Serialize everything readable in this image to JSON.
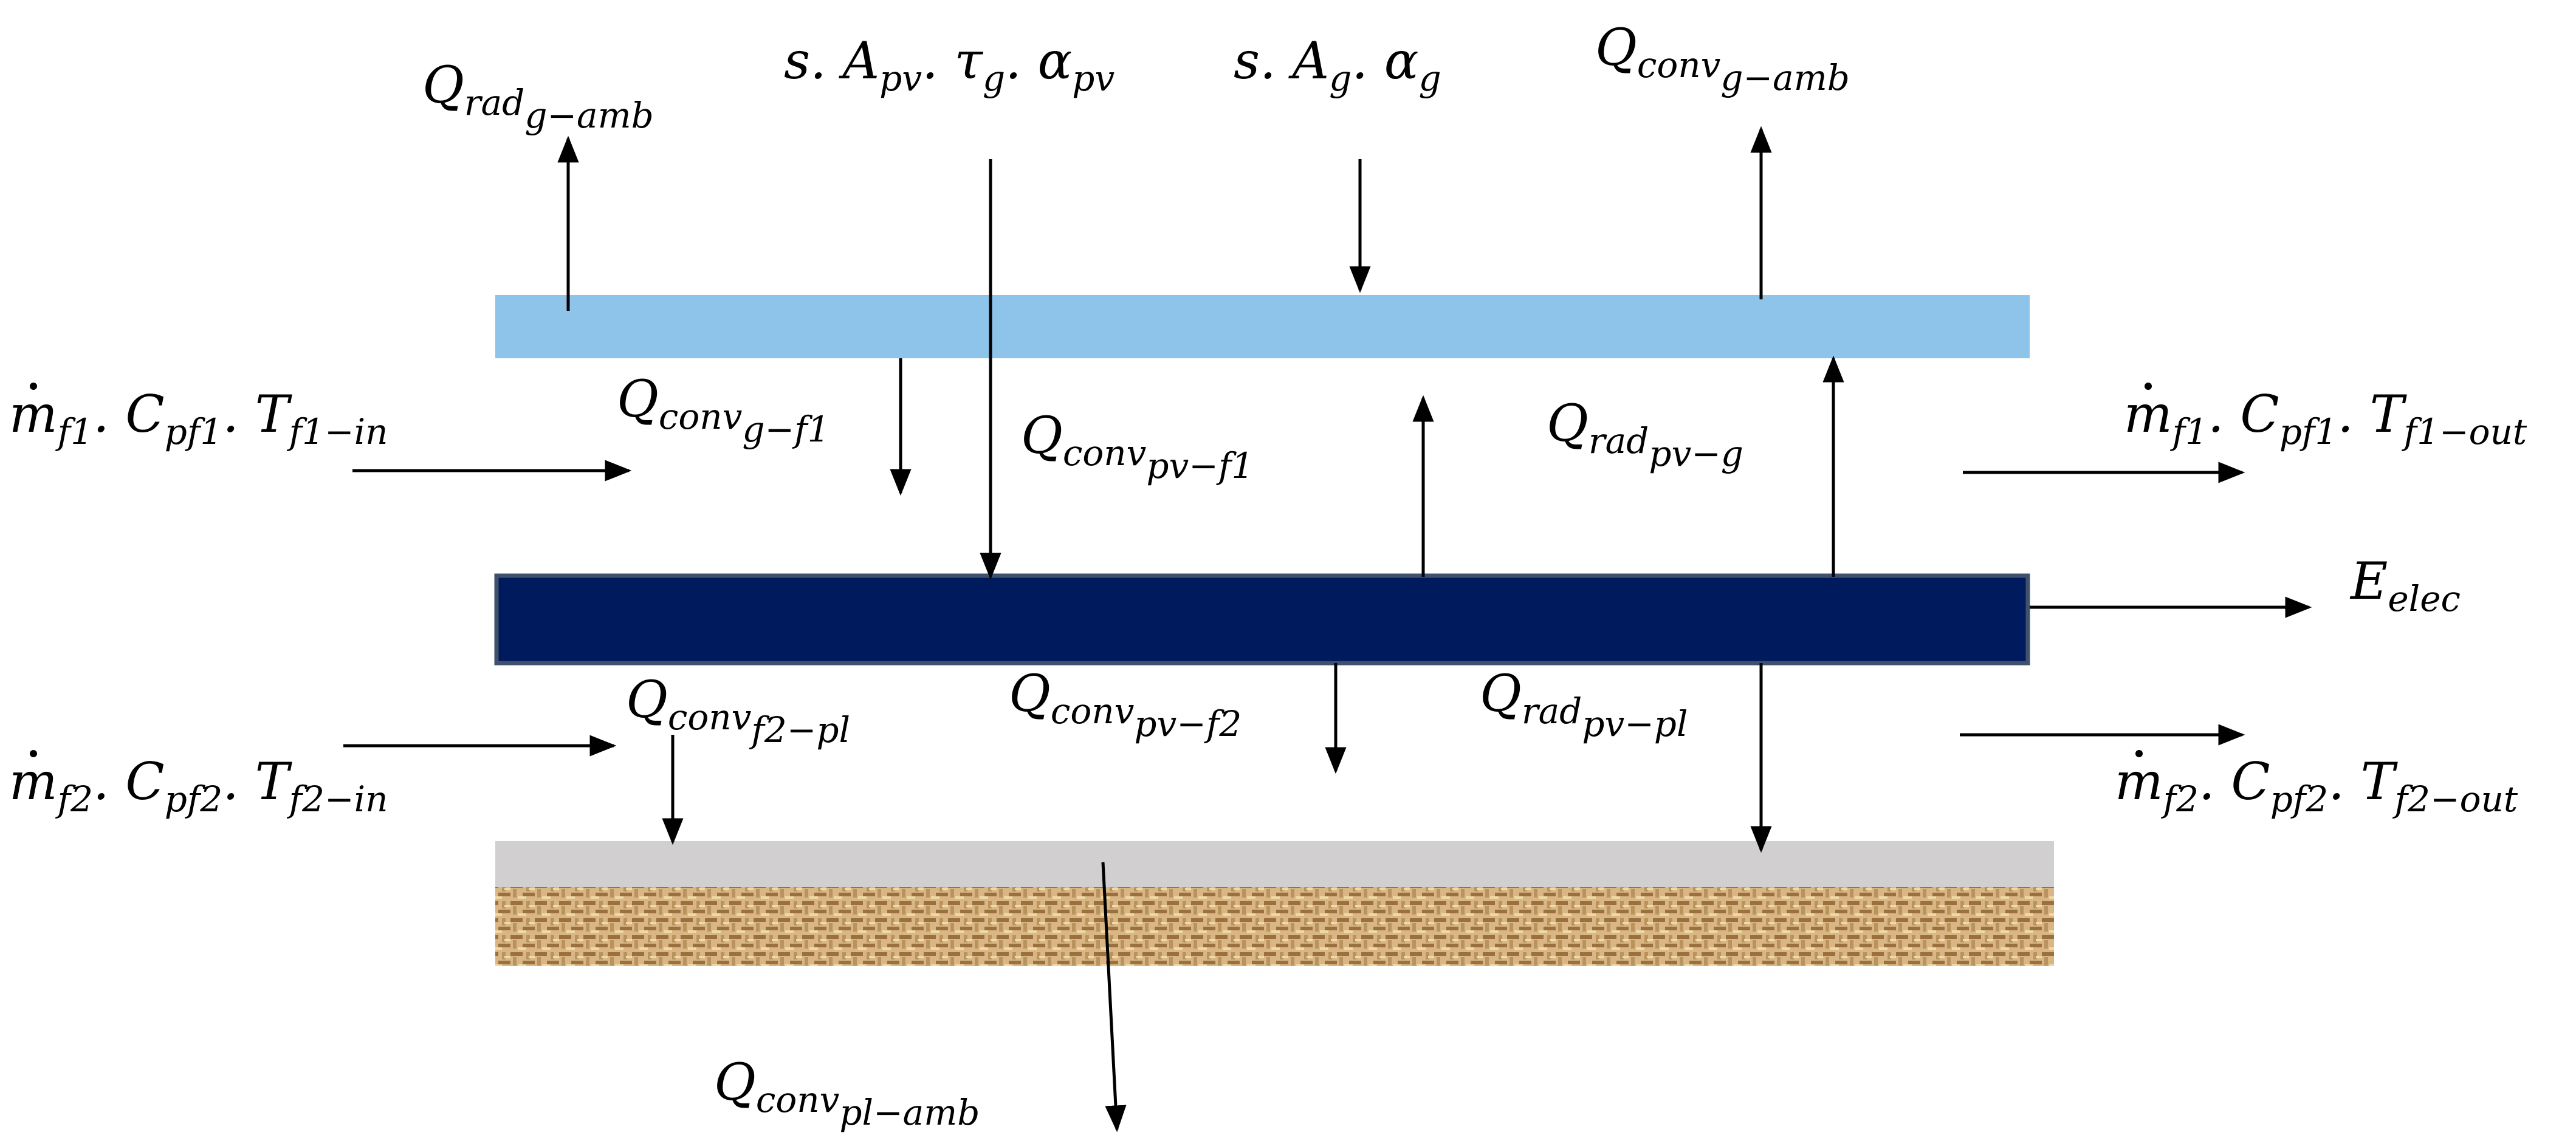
{
  "colors": {
    "glass": "#8ec3ea",
    "pv_cell": "#001a5e",
    "pv_border": "#40526b",
    "plate": "#d2cfd0",
    "insulation_light": "#e0c191",
    "insulation_dark": "#9a7040",
    "arrow": "#000000"
  },
  "labels": {
    "q_rad_g_amb": {
      "base": "Q",
      "sub": "rad",
      "subsub": "g−amb"
    },
    "s_apv_tau_alpha": {
      "text": "s. A",
      "parts": [
        [
          "pv",
          ". τ"
        ],
        [
          "g",
          ". α"
        ],
        [
          "pv",
          ""
        ]
      ]
    },
    "s_ag_alpha": {
      "text": "s. A",
      "parts": [
        [
          "g",
          ". α"
        ],
        [
          "g",
          ""
        ]
      ]
    },
    "q_conv_g_amb": {
      "base": "Q",
      "sub": "conv",
      "subsub": "g−amb"
    },
    "mf1_in": {
      "m": "m",
      "parts": [
        [
          "f1",
          ". C"
        ],
        [
          "pf1",
          ". T"
        ],
        [
          "f1−in",
          ""
        ]
      ]
    },
    "q_conv_g_f1": {
      "base": "Q",
      "sub": "conv",
      "subsub": "g−f1"
    },
    "q_conv_pv_f1": {
      "base": "Q",
      "sub": "conv",
      "subsub": "pv−f1"
    },
    "q_rad_pv_g": {
      "base": "Q",
      "sub": "rad",
      "subsub": "pv−g"
    },
    "mf1_out": {
      "m": "m",
      "parts": [
        [
          "f1",
          ". C"
        ],
        [
          "pf1",
          ". T"
        ],
        [
          "f1−out",
          ""
        ]
      ]
    },
    "e_elec": {
      "base": "E",
      "sub": "elec"
    },
    "q_conv_f2_pl": {
      "base": "Q",
      "sub": "conv",
      "subsub": "f2−pl"
    },
    "q_conv_pv_f2": {
      "base": "Q",
      "sub": "conv",
      "subsub": "pv−f2"
    },
    "q_rad_pv_pl": {
      "base": "Q",
      "sub": "rad",
      "subsub": "pv−pl"
    },
    "mf2_in": {
      "m": "m",
      "parts": [
        [
          "f2",
          ". C"
        ],
        [
          "pf2",
          ". T"
        ],
        [
          "f2−in",
          ""
        ]
      ]
    },
    "mf2_out": {
      "m": "m",
      "parts": [
        [
          "f2",
          ". C"
        ],
        [
          "pf2",
          ". T"
        ],
        [
          "f2−out",
          ""
        ]
      ]
    },
    "q_conv_pl_amb": {
      "base": "Q",
      "sub": "conv",
      "subsub": "pl−amb"
    }
  }
}
